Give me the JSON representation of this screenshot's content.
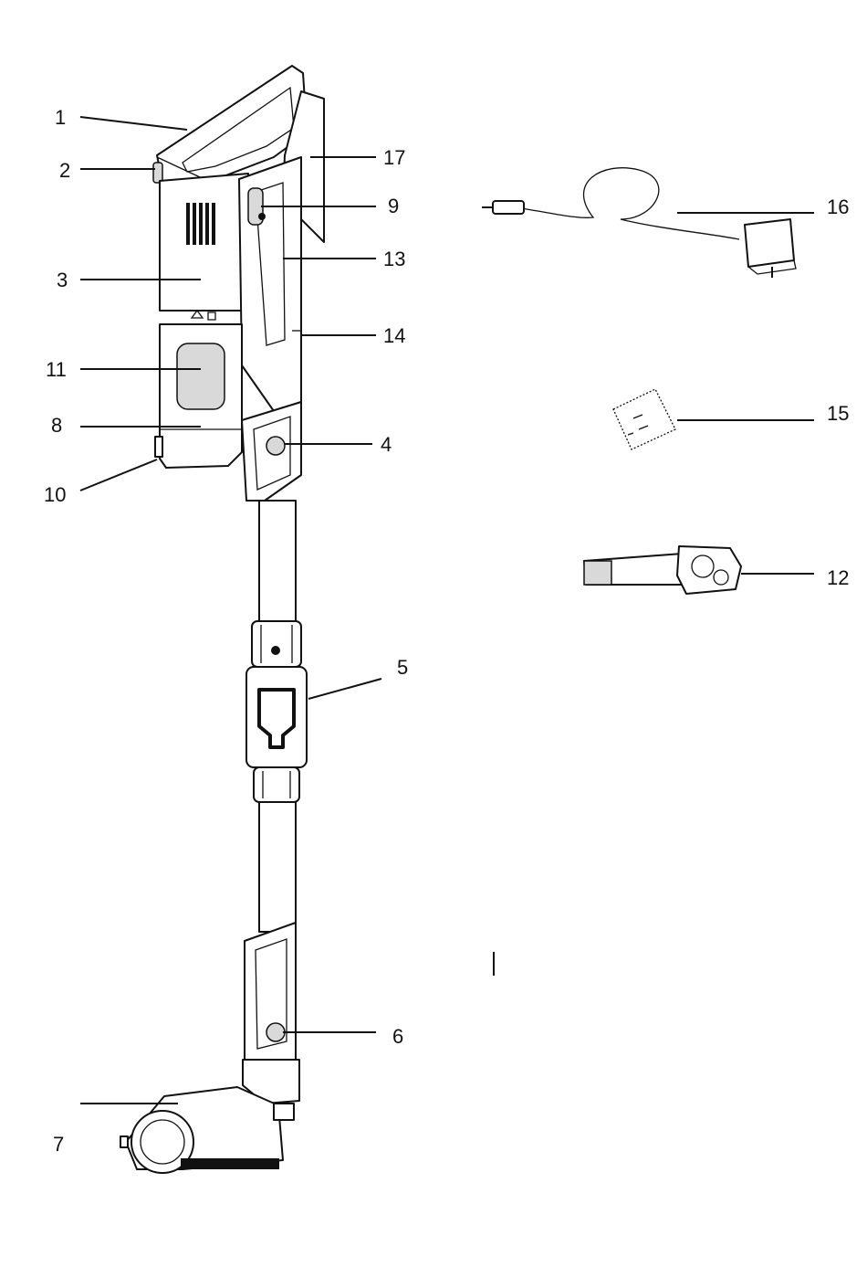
{
  "callouts": {
    "c1": "1",
    "c2": "2",
    "c3": "3",
    "c4": "4",
    "c5": "5",
    "c6": "6",
    "c7": "7",
    "c8": "8",
    "c9": "9",
    "c10": "10",
    "c11": "11",
    "c12": "12",
    "c13": "13",
    "c14": "14",
    "c15": "15",
    "c16": "16",
    "c17": "17"
  },
  "colors": {
    "line": "#111111",
    "background": "#ffffff",
    "shade": "#d9d9d9"
  }
}
